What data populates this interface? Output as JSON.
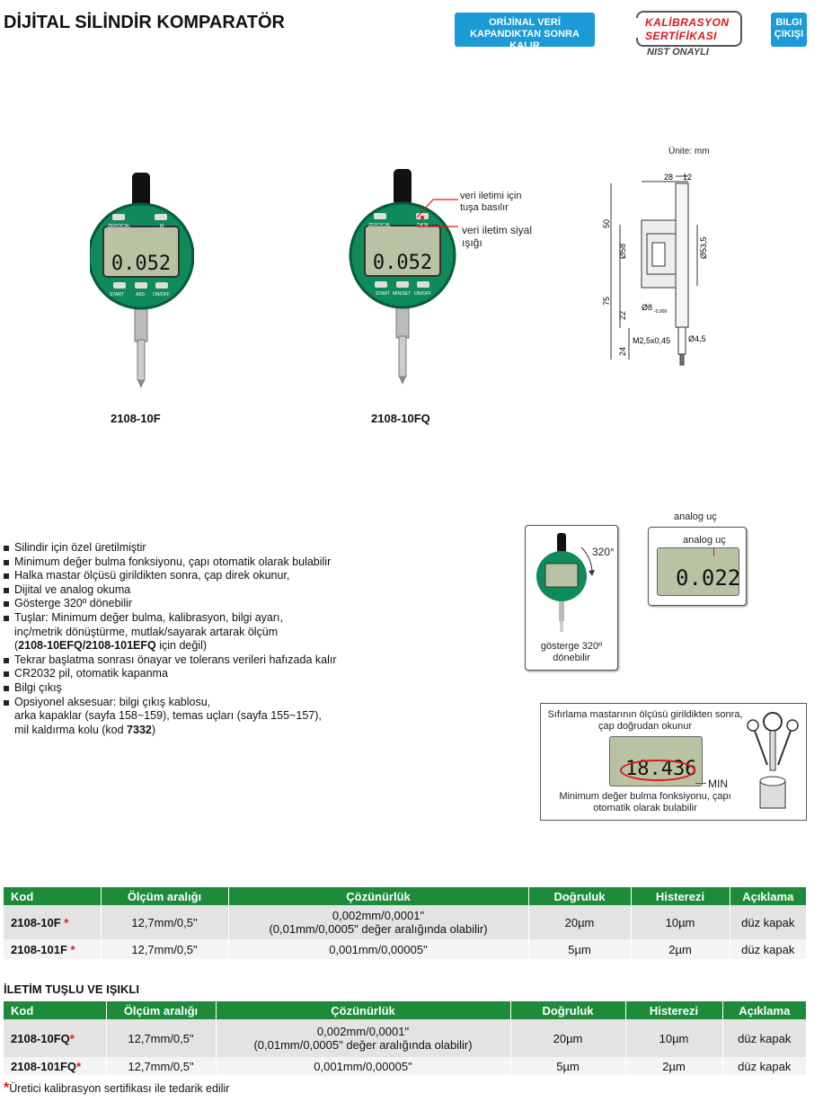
{
  "header": {
    "title": "DİJİTAL SİLİNDİR KOMPARATÖR",
    "badge_data_hold": "ORİJİNAL VERİ KAPANDIKTAN SONRA KALIR",
    "calibration_line1": "KALİBRASYON",
    "calibration_line2": "SERTİFİKASI",
    "calibration_line3": "NIST ONAYLI",
    "badge_data_output": "BILGI ÇIKIŞI"
  },
  "products": {
    "left_model": "2108-10F",
    "right_model": "2108-10FQ",
    "left_display": "0.052",
    "right_display": "0.052",
    "left_buttons": [
      "ZERO/CAL",
      "M",
      "START",
      "ABS",
      "ON/OFF"
    ],
    "right_buttons": [
      "ZERO/CAL",
      "DATA",
      "START",
      "MIN/SET",
      "ON/OFF"
    ],
    "callout_send": "veri iletimi için tuşa basılır",
    "callout_light": "veri iletim siyal ışığı"
  },
  "drawing": {
    "unit": "Ünite: mm",
    "dims": [
      "28",
      "12",
      "50",
      "Ø58",
      "Ø53,5",
      "75",
      "Ø8",
      "-0,009",
      "22",
      "24",
      "M2,5x0,45",
      "Ø4,5"
    ]
  },
  "features": [
    "Silindir için özel üretilmiştir",
    "Minimum değer bulma fonksiyonu, çapı otomatik olarak bulabilir",
    "Halka mastar ölçüsü girildikten sonra, çap direk okunur,",
    "Dijital ve analog okuma",
    "Gösterge 320º dönebilir",
    "Tuşlar: Minimum değer bulma, kalibrasyon, bilgi ayarı,",
    "inç/metrik dönüştürme, mutlak/sayarak artarak ölçüm",
    "(",
    "2108-10EFQ/2108-101EFQ",
    " için değil)",
    "Tekrar başlatma sonrası önayar ve tolerans verileri hafızada kalır",
    "CR2032 pil, otomatik kapanma",
    "Bilgi çıkış",
    "Opsiyonel aksesuar: bilgi çıkış kablosu,",
    "arka kapaklar (sayfa 158~159), temas uçları (sayfa 155~157),",
    "mil kaldırma kolu (kod ",
    "7332",
    ")"
  ],
  "figures": {
    "rotate_angle": "320°",
    "rotate_caption": "gösterge 320º dönebilir",
    "analog_title": "analog uç",
    "analog_label": "analog uç",
    "analog_display": "0.022",
    "min_caption_top": "Sıfırlama mastarının ölçüsü girildikten sonra, çap doğrudan okunur",
    "min_display": "18.436",
    "min_label": "MIN",
    "min_caption_bottom": "Minimum değer bulma fonksiyonu, çapı otomatik olarak bulabilir"
  },
  "table1": {
    "headers": [
      "Kod",
      "Ölçüm aralığı",
      "Çözünürlük",
      "Doğruluk",
      "Histerezi",
      "Açıklama"
    ],
    "rows": [
      {
        "kod": "2108-10F",
        "star": "*",
        "range": "12,7mm/0,5\"",
        "res1": "0,002mm/0,0001\"",
        "res2": "(0,01mm/0,0005\" değer aralığında olabilir)",
        "acc": "20µm",
        "hys": "10µm",
        "desc": "düz kapak"
      },
      {
        "kod": "2108-101F",
        "star": "*",
        "range": "12,7mm/0,5\"",
        "res1": "0,001mm/0,00005\"",
        "res2": "",
        "acc": "5µm",
        "hys": "2µm",
        "desc": "düz kapak"
      }
    ]
  },
  "section2_title": "İLETİM TUŞLU VE IŞIKLI",
  "table2": {
    "headers": [
      "Kod",
      "Ölçüm aralığı",
      "Çözünürlük",
      "Doğruluk",
      "Histerezi",
      "Açıklama"
    ],
    "rows": [
      {
        "kod": "2108-10FQ",
        "star": "*",
        "range": "12,7mm/0,5\"",
        "res1": "0,002mm/0,0001\"",
        "res2": "(0,01mm/0,0005\" değer aralığında olabilir)",
        "acc": "20µm",
        "hys": "10µm",
        "desc": "düz kapak"
      },
      {
        "kod": "2108-101FQ",
        "star": "*",
        "range": "12,7mm/0,5\"",
        "res1": "0,001mm/0,00005\"",
        "res2": "",
        "acc": "5µm",
        "hys": "2µm",
        "desc": "düz kapak"
      }
    ]
  },
  "footnote_star": "*",
  "footnote": "Üretici kalibrasyon sertifikası ile tedarik edilir",
  "colors": {
    "accent_green": "#1e8b3a",
    "dial_green": "#0f8a5a",
    "badge_blue": "#1a9ad6",
    "red": "#e2141a"
  }
}
